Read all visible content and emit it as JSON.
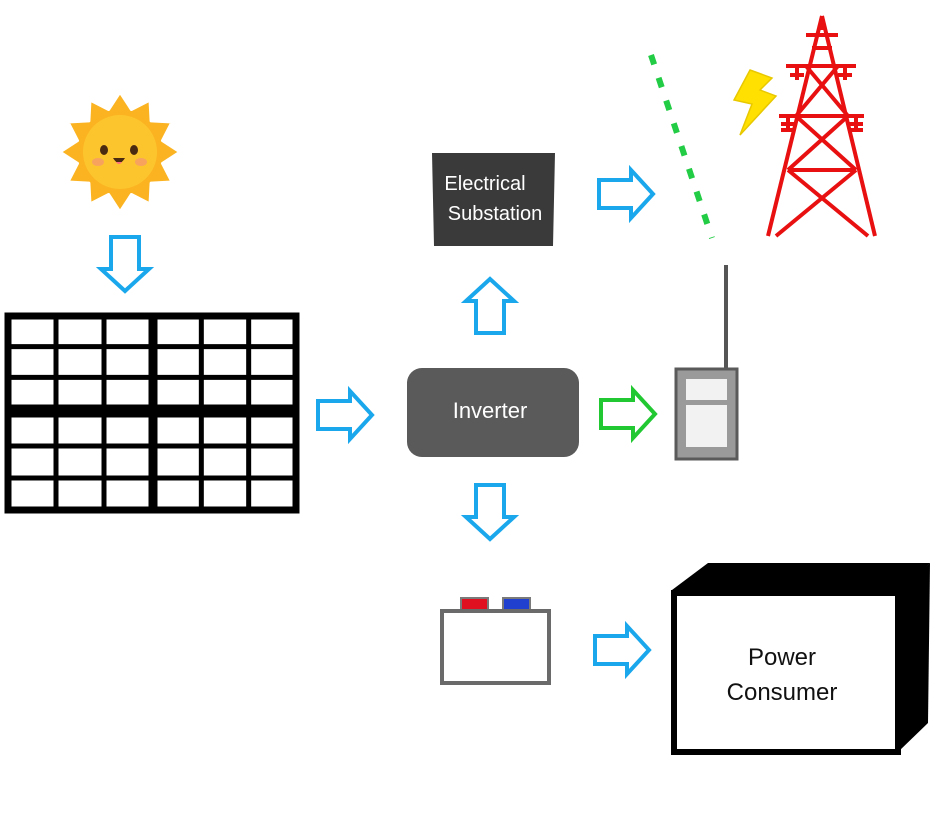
{
  "nodes": {
    "substation": {
      "line1": "Electrical",
      "line2": "Substation"
    },
    "inverter": {
      "label": "Inverter"
    },
    "consumer": {
      "line1": "Power",
      "line2": "Consumer"
    }
  },
  "icons": {
    "sun": "sun-icon",
    "solar_panel": "solar-panel-icon",
    "battery": "battery-icon",
    "meter": "electric-meter-icon",
    "tower": "transmission-tower-icon",
    "lightning": "lightning-bolt-icon"
  },
  "colors": {
    "arrow": "#1aa7ec",
    "arrow_meter": "#22c832",
    "dashed_line": "#22cc44",
    "tower": "#e81010",
    "lightning": "#ffe000",
    "substation": "#3a3a3a",
    "inverter": "#5a5a5a",
    "sun": "#fbb321",
    "battery_positive": "#e01020",
    "battery_negative": "#2040d0"
  }
}
